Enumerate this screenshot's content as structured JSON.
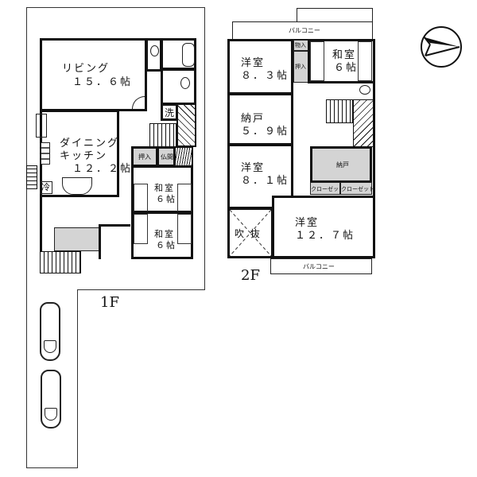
{
  "floor_1": {
    "tag": "1F",
    "rooms": {
      "living": {
        "name": "リビング",
        "size": "１５．６帖"
      },
      "dining_kitchen": {
        "name": "ダイニング\nキッチン",
        "size": "１２．２帖"
      },
      "washroom": {
        "name": "洗"
      },
      "refrigerator": {
        "name": "冷"
      },
      "closet": {
        "name": "押入"
      },
      "altar": {
        "name": "仏間"
      },
      "japanese_room_1": {
        "name": "和室",
        "size": "６帖"
      },
      "japanese_room_2": {
        "name": "和室",
        "size": "６帖"
      }
    },
    "parking_spaces": 2
  },
  "floor_2": {
    "tag": "2F",
    "rooms": {
      "balcony_top": {
        "name": "バルコニー"
      },
      "western_room_1": {
        "name": "洋室",
        "size": "８．３帖"
      },
      "storage_small": {
        "name": "物入"
      },
      "closet": {
        "name": "押入"
      },
      "japanese_room": {
        "name": "和室",
        "size": "６帖"
      },
      "storeroom_1": {
        "name": "納戸",
        "size": "５．９帖"
      },
      "storeroom_2": {
        "name": "納戸"
      },
      "western_room_2": {
        "name": "洋室",
        "size": "８．１帖"
      },
      "closet_a": {
        "name": "クローゼット"
      },
      "closet_b": {
        "name": "クローゼット"
      },
      "atrium": {
        "name": "吹 抜"
      },
      "western_room_3": {
        "name": "洋室",
        "size": "１２．７帖"
      },
      "balcony_bottom": {
        "name": "バルコニー"
      }
    }
  },
  "compass": {
    "icon": "north-arrow-icon",
    "direction": "east-pointing"
  }
}
